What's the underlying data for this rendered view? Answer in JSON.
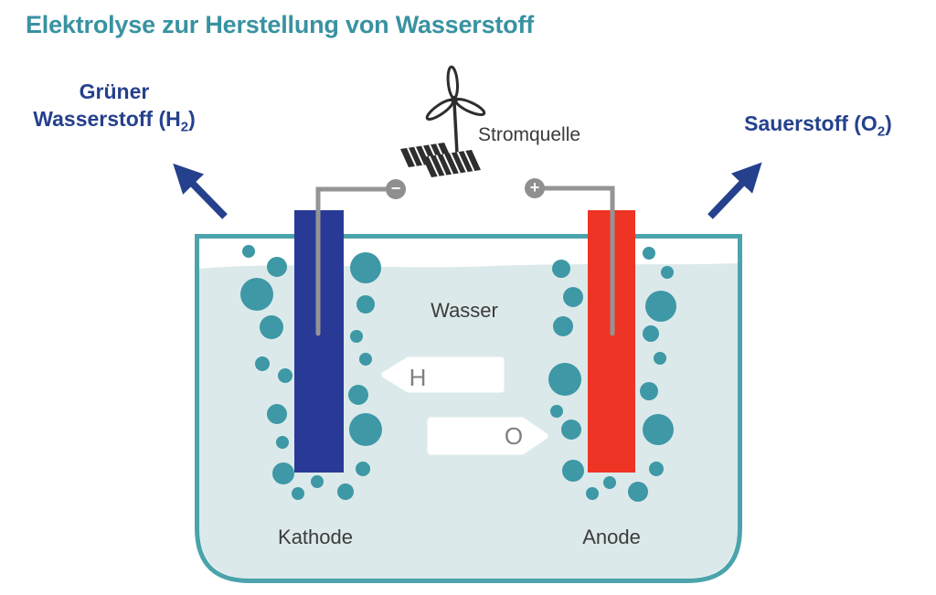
{
  "title": "Elektrolyse zur Herstellung von Wasserstoff",
  "labels": {
    "green_hydrogen_line1": "Grüner",
    "green_hydrogen_line2_pre": "Wasserstoff (H",
    "green_hydrogen_sub": "2",
    "green_hydrogen_line2_post": ")",
    "oxygen_pre": "Sauerstoff (O",
    "oxygen_sub": "2",
    "oxygen_post": ")",
    "power_source": "Stromquelle",
    "water": "Wasser",
    "cathode": "Kathode",
    "anode": "Anode",
    "hydrogen_symbol": "H",
    "oxygen_symbol": "O",
    "negative_terminal": "−",
    "positive_terminal": "+"
  },
  "colors": {
    "teal_title": "#3892A1",
    "tank_border": "#4BA3AB",
    "water": "#DCE9EA",
    "bubble": "#3E98A6",
    "cathode": "#283A96",
    "anode": "#EE3424",
    "accent_blue": "#25418D",
    "wire": "#949494",
    "terminal": "#8F8F8F",
    "text_dark": "#3B3B3B",
    "symbol_gray": "#808080",
    "icon_dark": "#2E2E2E"
  }
}
